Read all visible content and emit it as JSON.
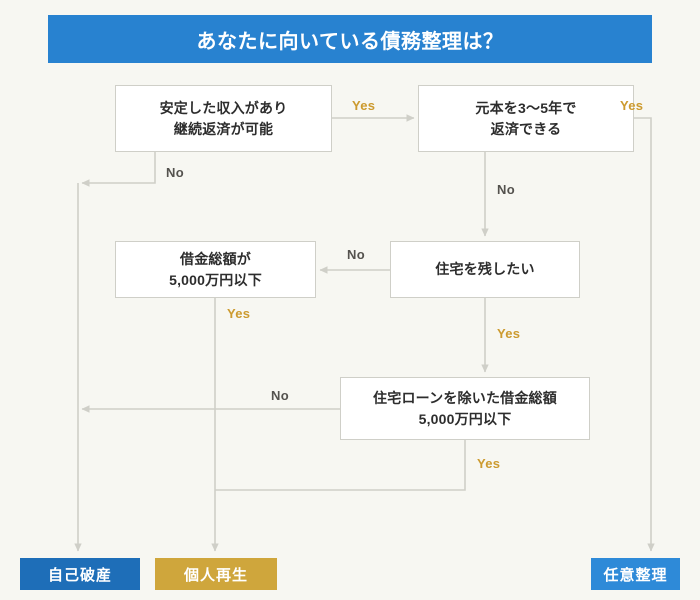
{
  "header": {
    "title": "あなたに向いている債務整理は？",
    "bg": "#2882d0",
    "color": "#ffffff"
  },
  "theme": {
    "page_bg": "#f7f7f2",
    "node_bg": "#ffffff",
    "node_border": "#cfcfc8",
    "wire": "#cfcfc8",
    "yes_color": "#cc9a2e",
    "no_color": "#54524e",
    "result_blue_dark": "#1e6eb8",
    "result_gold": "#cfa63c",
    "result_blue_light": "#2e8ad8"
  },
  "nodes": [
    {
      "id": "q1",
      "line1": "安定した収入があり",
      "line2": "継続返済が可能"
    },
    {
      "id": "q2",
      "line1": "元本を3〜5年で",
      "line2": "返済できる"
    },
    {
      "id": "q3",
      "line1": "借金総額が",
      "line2": "5,000万円以下"
    },
    {
      "id": "q4",
      "line1": "住宅を残したい",
      "line2": ""
    },
    {
      "id": "q5",
      "line1": "住宅ローンを除いた借金総額",
      "line2": "5,000万円以下"
    }
  ],
  "results": [
    {
      "id": "r1",
      "label": "自己破産"
    },
    {
      "id": "r2",
      "label": "個人再生"
    },
    {
      "id": "r3",
      "label": "任意整理"
    }
  ],
  "edge_labels": {
    "q1_yes": "Yes",
    "q1_no": "No",
    "q2_yes": "Yes",
    "q2_no": "No",
    "q3_yes": "Yes",
    "q4_no": "No",
    "q4_yes": "Yes",
    "q5_no": "No",
    "q5_yes": "Yes"
  },
  "chart_data": {
    "type": "diagram",
    "title": "あなたに向いている債務整理は？",
    "decision_flow": [
      {
        "question": "安定した収入があり継続返済が可能",
        "yes": "元本を3〜5年で返済できる",
        "no": "自己破産"
      },
      {
        "question": "元本を3〜5年で返済できる",
        "yes": "任意整理",
        "no": "住宅を残したい"
      },
      {
        "question": "住宅を残したい",
        "yes": "住宅ローンを除いた借金総額5,000万円以下",
        "no": "借金総額が5,000万円以下"
      },
      {
        "question": "借金総額が5,000万円以下",
        "yes": "個人再生",
        "no": "自己破産"
      },
      {
        "question": "住宅ローンを除いた借金総額5,000万円以下",
        "yes": "個人再生",
        "no": "自己破産"
      }
    ],
    "outcomes": [
      "自己破産",
      "個人再生",
      "任意整理"
    ]
  }
}
